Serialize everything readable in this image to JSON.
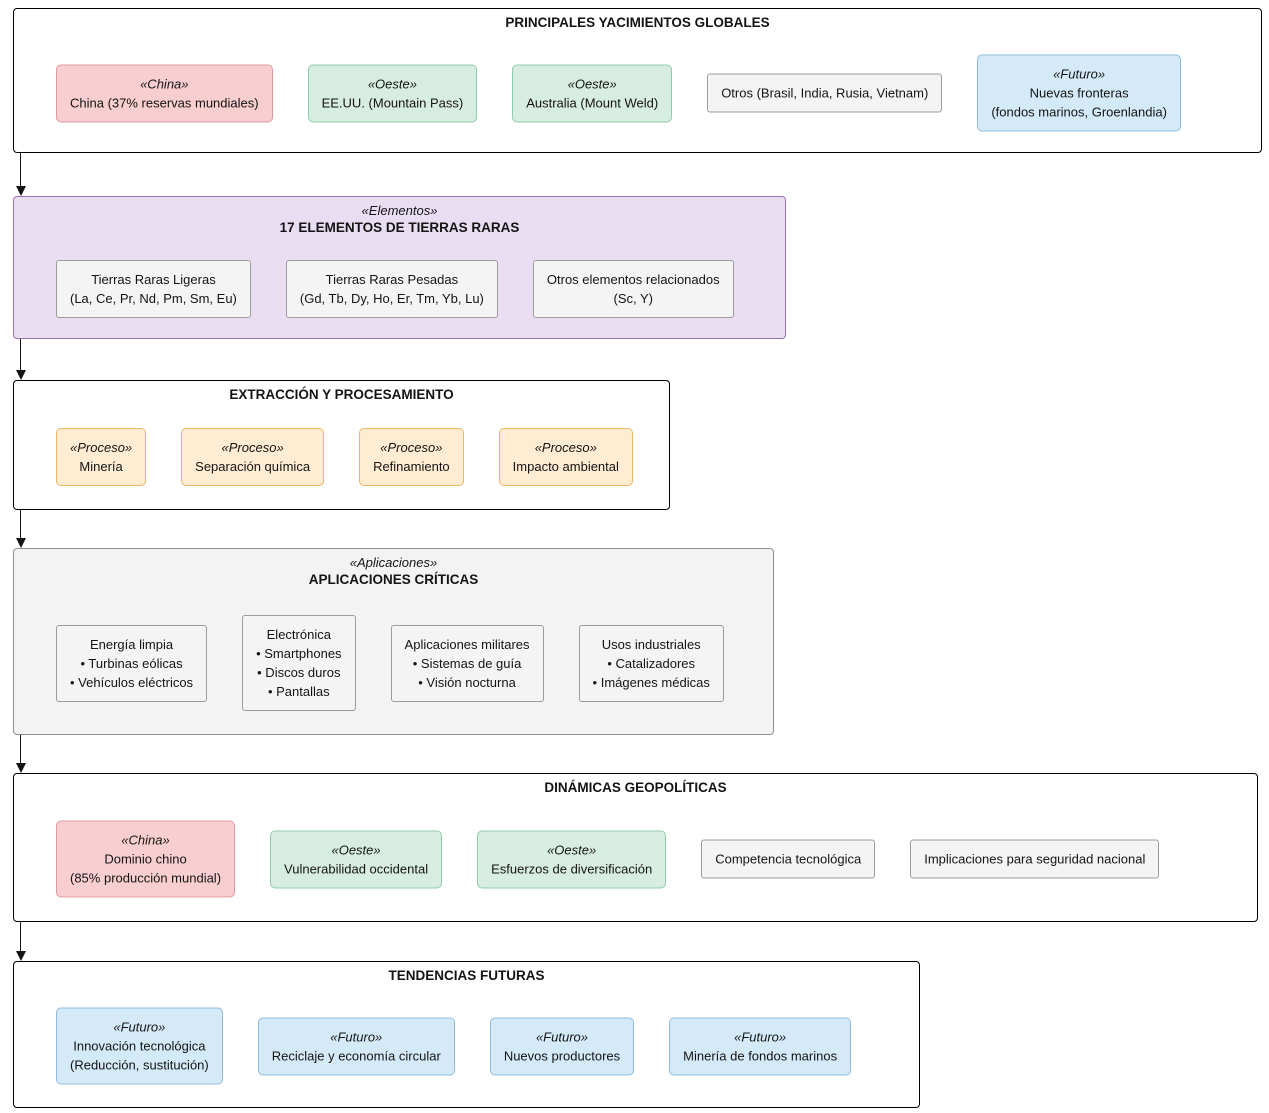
{
  "diagram": {
    "sections": [
      {
        "key": "yacimientos",
        "stereotype": "",
        "title": "PRINCIPALES YACIMIENTOS GLOBALES",
        "style": "plain-section",
        "boxes": [
          {
            "style": "china",
            "stereotype": "«China»",
            "lines": [
              "China (37% reservas mundiales)"
            ]
          },
          {
            "style": "oeste",
            "stereotype": "«Oeste»",
            "lines": [
              "EE.UU. (Mountain Pass)"
            ]
          },
          {
            "style": "oeste",
            "stereotype": "«Oeste»",
            "lines": [
              "Australia (Mount Weld)"
            ]
          },
          {
            "style": "gray",
            "stereotype": "",
            "lines": [
              "Otros (Brasil, India, Rusia, Vietnam)"
            ]
          },
          {
            "style": "futuro",
            "stereotype": "«Futuro»",
            "lines": [
              "Nuevas fronteras",
              "(fondos marinos, Groenlandia)"
            ]
          }
        ]
      },
      {
        "key": "elementos",
        "stereotype": "«Elementos»",
        "title": "17 ELEMENTOS DE TIERRAS RARAS",
        "style": "purple-section",
        "boxes": [
          {
            "style": "gray",
            "stereotype": "",
            "lines": [
              "Tierras Raras Ligeras",
              "(La, Ce, Pr, Nd, Pm, Sm, Eu)"
            ]
          },
          {
            "style": "gray",
            "stereotype": "",
            "lines": [
              "Tierras Raras Pesadas",
              "(Gd, Tb, Dy, Ho, Er, Tm, Yb, Lu)"
            ]
          },
          {
            "style": "gray",
            "stereotype": "",
            "lines": [
              "Otros elementos relacionados",
              "(Sc, Y)"
            ]
          }
        ]
      },
      {
        "key": "extraccion",
        "stereotype": "",
        "title": "EXTRACCIÓN Y PROCESAMIENTO",
        "style": "plain-section",
        "boxes": [
          {
            "style": "proceso",
            "stereotype": "«Proceso»",
            "lines": [
              "Minería"
            ]
          },
          {
            "style": "proceso",
            "stereotype": "«Proceso»",
            "lines": [
              "Separación química"
            ]
          },
          {
            "style": "proceso",
            "stereotype": "«Proceso»",
            "lines": [
              "Refinamiento"
            ]
          },
          {
            "style": "proceso",
            "stereotype": "«Proceso»",
            "lines": [
              "Impacto ambiental"
            ]
          }
        ]
      },
      {
        "key": "aplicaciones",
        "stereotype": "«Aplicaciones»",
        "title": "APLICACIONES CRÍTICAS",
        "style": "gray-section",
        "boxes": [
          {
            "style": "gray",
            "stereotype": "",
            "lines": [
              "Energía limpia",
              "• Turbinas eólicas",
              "• Vehículos eléctricos"
            ]
          },
          {
            "style": "gray",
            "stereotype": "",
            "lines": [
              "Electrónica",
              "• Smartphones",
              "• Discos duros",
              "• Pantallas"
            ]
          },
          {
            "style": "gray",
            "stereotype": "",
            "lines": [
              "Aplicaciones militares",
              "• Sistemas de guía",
              "• Visión nocturna"
            ]
          },
          {
            "style": "gray",
            "stereotype": "",
            "lines": [
              "Usos industriales",
              "• Catalizadores",
              "• Imágenes médicas"
            ]
          }
        ]
      },
      {
        "key": "geopoliticas",
        "stereotype": "",
        "title": "DINÁMICAS GEOPOLÍTICAS",
        "style": "plain-section",
        "boxes": [
          {
            "style": "china",
            "stereotype": "«China»",
            "lines": [
              "Dominio chino",
              "(85% producción mundial)"
            ]
          },
          {
            "style": "oeste",
            "stereotype": "«Oeste»",
            "lines": [
              "Vulnerabilidad occidental"
            ]
          },
          {
            "style": "oeste",
            "stereotype": "«Oeste»",
            "lines": [
              "Esfuerzos de diversificación"
            ]
          },
          {
            "style": "gray",
            "stereotype": "",
            "lines": [
              "Competencia tecnológica"
            ]
          },
          {
            "style": "gray",
            "stereotype": "",
            "lines": [
              "Implicaciones para seguridad nacional"
            ]
          }
        ]
      },
      {
        "key": "tendencias",
        "stereotype": "",
        "title": "TENDENCIAS FUTURAS",
        "style": "plain-section",
        "boxes": [
          {
            "style": "futuro",
            "stereotype": "«Futuro»",
            "lines": [
              "Innovación tecnológica",
              "(Reducción, sustitución)"
            ]
          },
          {
            "style": "futuro",
            "stereotype": "«Futuro»",
            "lines": [
              "Reciclaje y economía circular"
            ]
          },
          {
            "style": "futuro",
            "stereotype": "«Futuro»",
            "lines": [
              "Nuevos productores"
            ]
          },
          {
            "style": "futuro",
            "stereotype": "«Futuro»",
            "lines": [
              "Minería de fondos marinos"
            ]
          }
        ]
      }
    ],
    "colors": {
      "china_fill": "#f8ced0",
      "china_border": "#de9ca0",
      "oeste_fill": "#d8ede1",
      "oeste_border": "#8fccac",
      "futuro_fill": "#d5eaf8",
      "futuro_border": "#8fbcde",
      "proceso_fill": "#ffecd2",
      "proceso_border": "#eab764",
      "gray_fill": "#f4f4f4",
      "gray_border": "#9c9c9c",
      "purple_fill": "#e9def1",
      "purple_border": "#9b73ad",
      "graysec_fill": "#f2f3f2",
      "graysec_border": "#87938c"
    }
  }
}
